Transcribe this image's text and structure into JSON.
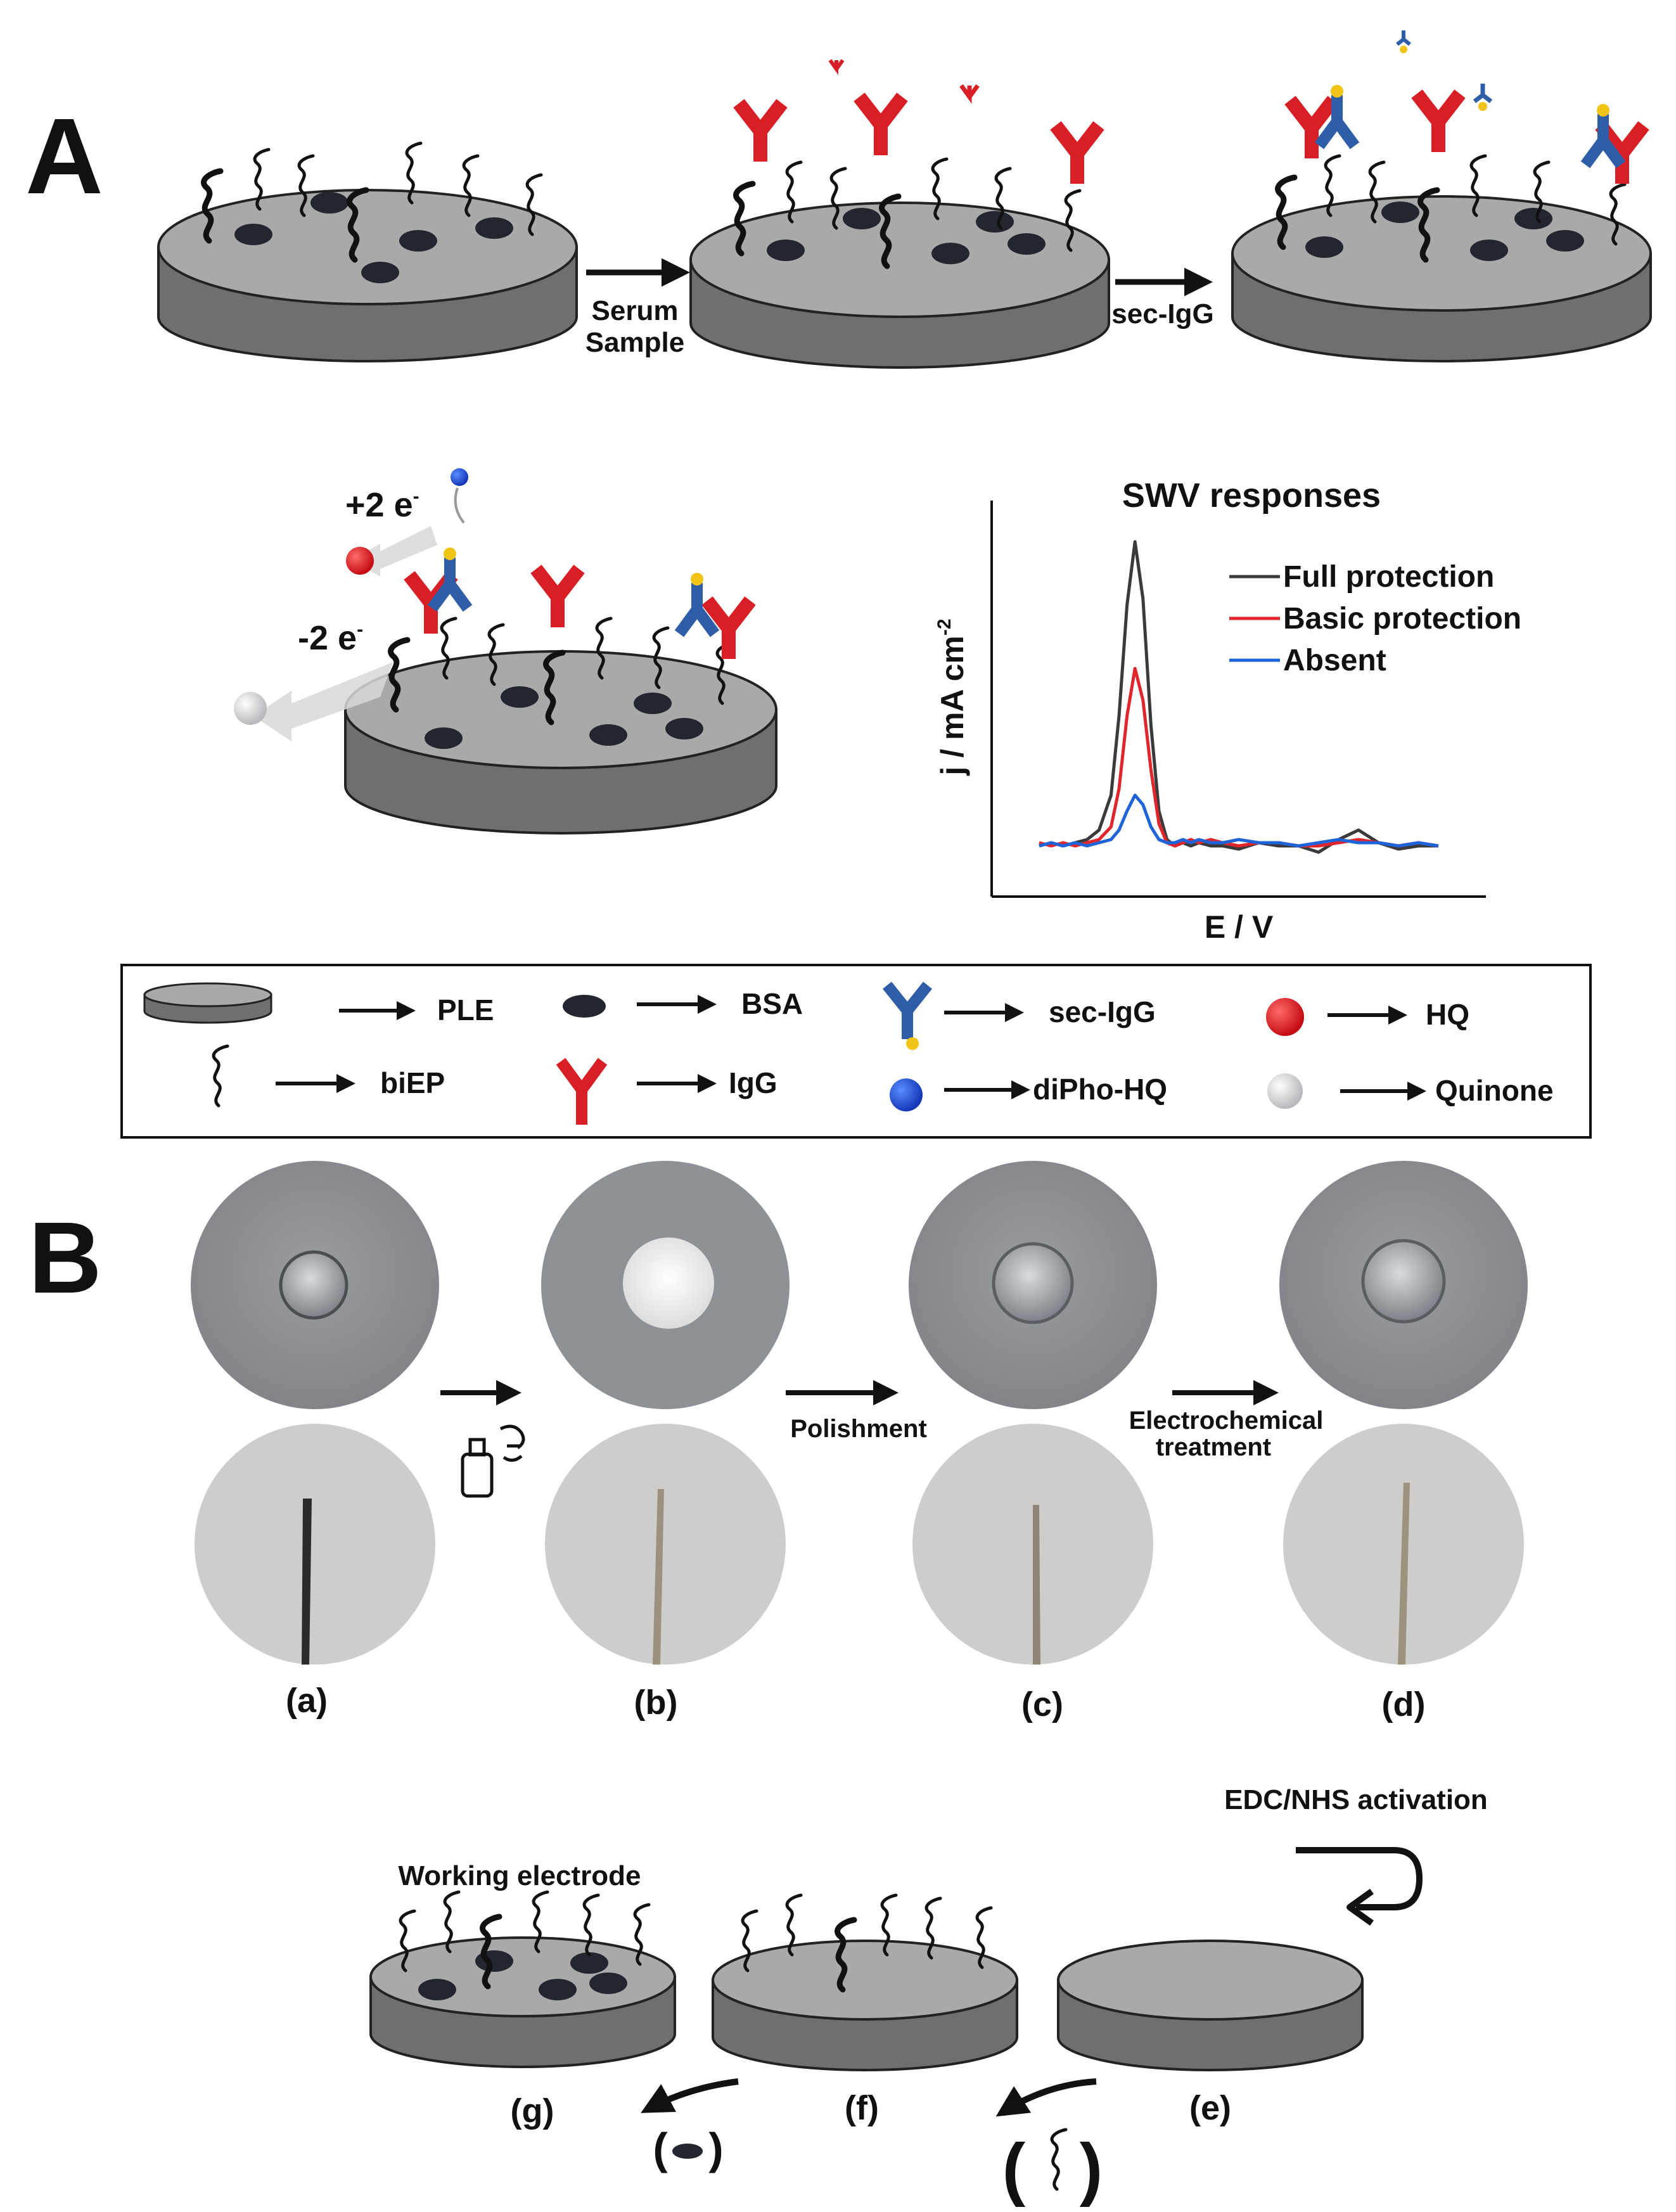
{
  "panel_a": {
    "label": "A",
    "step_1_label_line1": "Serum",
    "step_1_label_line2": "Sample",
    "step_2_label": "sec-IgG",
    "electron_gain": "+2 e",
    "electron_loss": "-2 e",
    "electron_superscript": "-"
  },
  "chart_data": {
    "type": "line",
    "title": "SWV responses",
    "xlabel": "E / V",
    "ylabel": "j / mA cm",
    "ylabel_superscript": "-2",
    "legend_position": "top-right",
    "grid": false,
    "x": [
      0,
      0.03,
      0.06,
      0.09,
      0.12,
      0.15,
      0.18,
      0.2,
      0.22,
      0.24,
      0.26,
      0.28,
      0.3,
      0.32,
      0.34,
      0.36,
      0.38,
      0.4,
      0.43,
      0.46,
      0.5,
      0.55,
      0.6,
      0.65,
      0.7,
      0.75,
      0.8,
      0.85,
      0.9,
      0.95,
      1.0
    ],
    "series": [
      {
        "name": "Full protection",
        "color": "#3a3a3a",
        "values": [
          0.04,
          0.05,
          0.04,
          0.05,
          0.06,
          0.09,
          0.2,
          0.45,
          0.8,
          1.0,
          0.82,
          0.42,
          0.15,
          0.06,
          0.04,
          0.05,
          0.04,
          0.05,
          0.04,
          0.04,
          0.03,
          0.05,
          0.04,
          0.04,
          0.02,
          0.06,
          0.09,
          0.05,
          0.03,
          0.04,
          0.04
        ]
      },
      {
        "name": "Basic protection",
        "color": "#e0262c",
        "values": [
          0.05,
          0.04,
          0.05,
          0.04,
          0.05,
          0.06,
          0.1,
          0.22,
          0.45,
          0.6,
          0.5,
          0.28,
          0.11,
          0.05,
          0.04,
          0.05,
          0.06,
          0.05,
          0.06,
          0.05,
          0.04,
          0.05,
          0.05,
          0.04,
          0.04,
          0.05,
          0.06,
          0.05,
          0.04,
          0.05,
          0.04
        ]
      },
      {
        "name": "Absent",
        "color": "#1e64d8",
        "values": [
          0.04,
          0.05,
          0.04,
          0.05,
          0.04,
          0.05,
          0.06,
          0.09,
          0.15,
          0.2,
          0.17,
          0.1,
          0.06,
          0.05,
          0.05,
          0.06,
          0.05,
          0.06,
          0.05,
          0.05,
          0.06,
          0.05,
          0.05,
          0.04,
          0.05,
          0.06,
          0.05,
          0.05,
          0.04,
          0.05,
          0.04
        ]
      }
    ]
  },
  "legend": {
    "items": [
      {
        "icon": "disk-icon",
        "label": "PLE"
      },
      {
        "icon": "squiggle-icon",
        "label": "biEP"
      },
      {
        "icon": "bsa-icon",
        "label": "BSA"
      },
      {
        "icon": "igg-icon",
        "label": "IgG"
      },
      {
        "icon": "sec-igg-icon",
        "label": "sec-IgG"
      },
      {
        "icon": "blue-sphere-icon",
        "label": "diPho-HQ"
      },
      {
        "icon": "red-sphere-icon",
        "label": "HQ"
      },
      {
        "icon": "white-sphere-icon",
        "label": "Quinone"
      }
    ]
  },
  "panel_b": {
    "label": "B",
    "step_polish": "Polishment",
    "step_electro_line1": "Electrochemical",
    "step_electro_line2": "treatment",
    "step_activation": "EDC/NHS activation",
    "working_electrode": "Working electrode",
    "photo_labels": [
      "(a)",
      "(b)",
      "(c)",
      "(d)"
    ],
    "bottom_labels": {
      "g": "(g)",
      "f": "(f)",
      "e": "(e)"
    },
    "paren_open": "(",
    "paren_close": ")"
  },
  "colors": {
    "disk_top": "#a9a9a9",
    "disk_side": "#6f6f6f",
    "igg": "#d81f26",
    "sec_igg": "#2f5ea8",
    "gold": "#f2c418",
    "photo_gray": "#8f9296",
    "photo_light": "#cfcdcb"
  }
}
